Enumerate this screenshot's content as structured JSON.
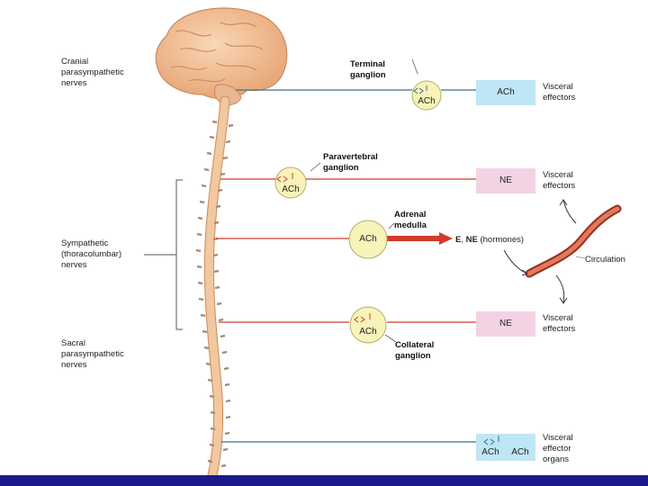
{
  "labels": {
    "cranial": "Cranial\nparasympathetic\nnerves",
    "sympathetic": "Sympathetic\n(thoracolumbar)\nnerves",
    "sacral": "Sacral\nparasympathetic\nnerves",
    "terminal_ganglion": "Terminal\nganglion",
    "paravertebral_ganglion": "Paravertebral\nganglion",
    "adrenal_medulla": "Adrenal\nmedulla",
    "collateral_ganglion": "Collateral\nganglion",
    "hormones": "E, NE (hormones)",
    "circulation": "Circulation",
    "visceral_effectors": "Visceral\neffectors",
    "visceral_effector_organs": "Visceral\neffector\norgans"
  },
  "ganglia": {
    "terminal": "ACh",
    "paravertebral": "ACh",
    "adrenal": "ACh",
    "collateral": "ACh"
  },
  "effector_boxes": {
    "cranial": "ACh",
    "sympathetic_1": "NE",
    "sympathetic_2": "NE",
    "sacral_left": "ACh",
    "sacral_right": "ACh"
  },
  "colors": {
    "parasympathetic_line": "#3a6f8f",
    "sympathetic_line": "#d23a2a",
    "ach_box": "#bfe6f5",
    "ne_box": "#f3d3e3",
    "ganglion_fill": "#f8f3b8",
    "spine": "#f1c8a0",
    "bottom_bar": "#1a1a8c"
  }
}
